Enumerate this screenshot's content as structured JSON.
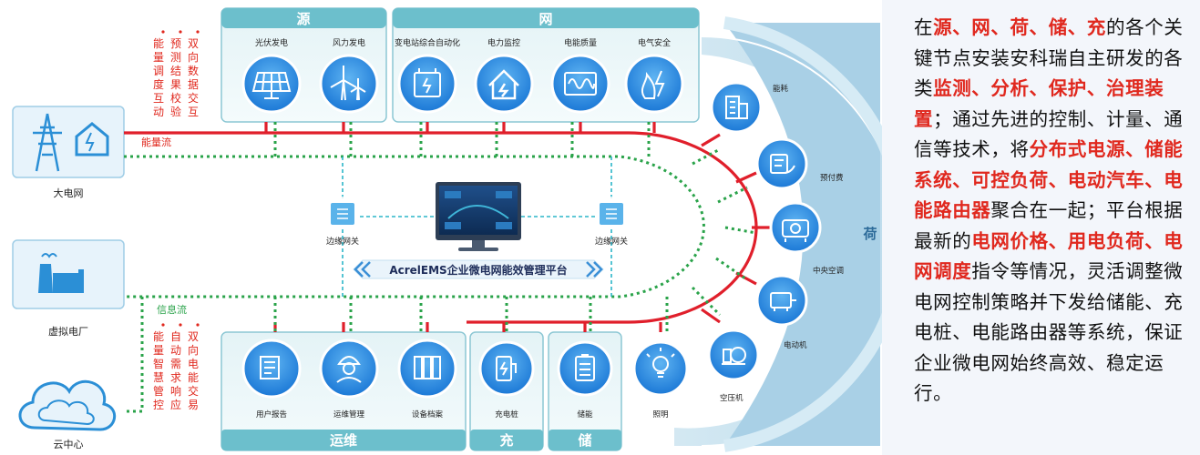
{
  "diagram": {
    "sections": {
      "source": "源",
      "grid": "网",
      "load": "荷",
      "ops": "运维",
      "charge": "充",
      "storage": "储"
    },
    "source_items": [
      "光伏发电",
      "风力发电"
    ],
    "grid_items": [
      "变电站综合自动化",
      "电力监控",
      "电能质量",
      "电气安全"
    ],
    "load_items": [
      "能耗",
      "预付费",
      "中央空调",
      "电动机",
      "空压机"
    ],
    "ops_items": [
      "用户报告",
      "运维管理",
      "设备档案"
    ],
    "charge_item": "充电桩",
    "storage_item": "储能",
    "lighting_item": "照明",
    "left_nodes": [
      "大电网",
      "虚拟电厂",
      "云中心"
    ],
    "flow_labels": {
      "energy": "能量流",
      "info": "信息流"
    },
    "top_vertical_notes": [
      "双向数据交互",
      "预测结果校验",
      "能量调度互动"
    ],
    "bottom_vertical_notes": [
      "双向电能交易",
      "自动需求响应",
      "能量智慧管控"
    ],
    "gateway_label": "边缘网关",
    "platform_label": "AcrelEMS企业微电网能效管理平台",
    "colors": {
      "energy_line": "#e01f2b",
      "info_line": "#2aa34a",
      "gateway_line": "#2bb6c8",
      "section_header": "#2d8a9a"
    }
  },
  "panel": {
    "paragraph": [
      {
        "t": "在",
        "h": false
      },
      {
        "t": "源、网、荷、储、充",
        "h": true
      },
      {
        "t": "的各个关键节点安装安科瑞自主研发的各类",
        "h": false
      },
      {
        "t": "监测、分析、保护、治理装置",
        "h": true
      },
      {
        "t": "；通过先进的控制、计量、通信等技术，将",
        "h": false
      },
      {
        "t": "分布式电源、储能系统、可控负荷、电动汽车、电能路由器",
        "h": true
      },
      {
        "t": "聚合在一起；平台根据最新的",
        "h": false
      },
      {
        "t": "电网价格、用电负荷、电网调度",
        "h": true
      },
      {
        "t": "指令等情况，灵活调整微电网控制策略并下发给储能、充电桩、电能路由器等系统，保证企业微电网始终高效、稳定运行。",
        "h": false
      }
    ]
  }
}
